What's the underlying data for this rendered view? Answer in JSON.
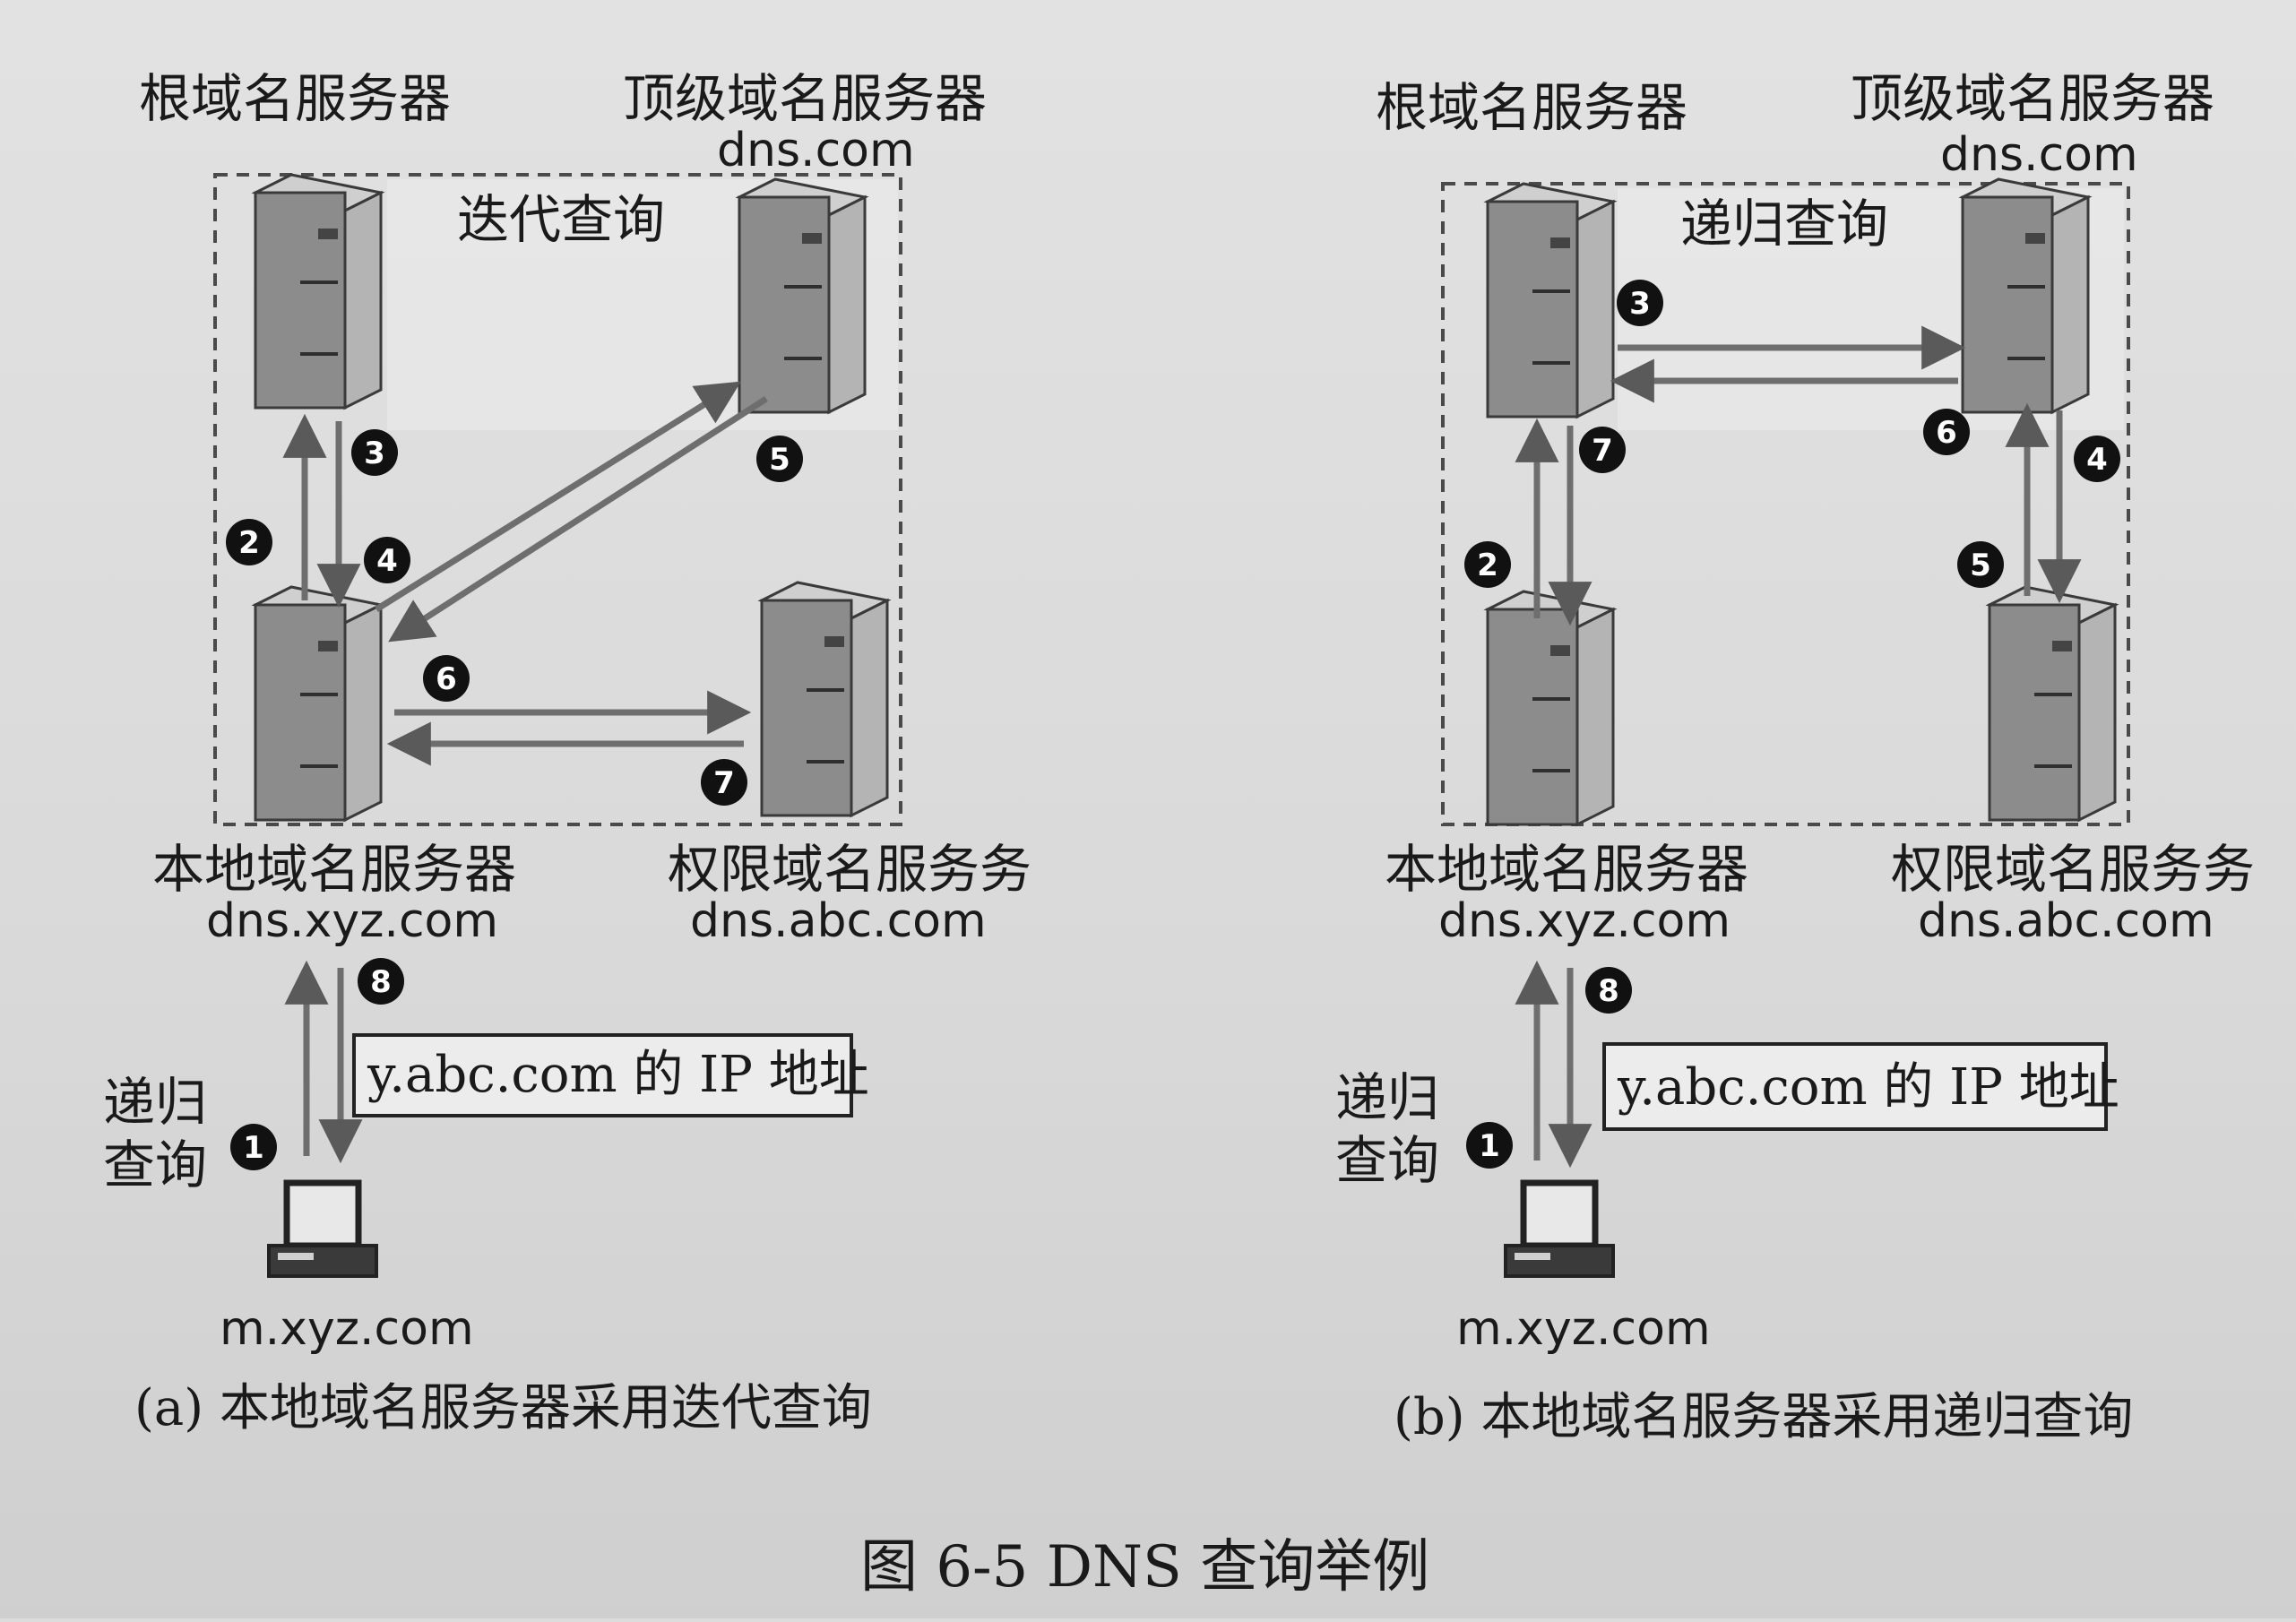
{
  "figure_caption": "图 6-5   DNS 查询举例",
  "panel_a": {
    "root_label": "根域名服务器",
    "tld_label": "顶级域名服务器",
    "tld_domain": "dns.com",
    "box_label": "迭代查询",
    "local_label": "本地域名服务器",
    "local_domain": "dns.xyz.com",
    "auth_label": "权限域名服务务",
    "auth_domain": "dns.abc.com",
    "answer_box": "y.abc.com 的 IP 地址",
    "client_query_label_1": "递归",
    "client_query_label_2": "查询",
    "client_domain": "m.xyz.com",
    "subcaption": "(a) 本地域名服务器采用迭代查询",
    "steps": [
      "1",
      "2",
      "3",
      "4",
      "5",
      "6",
      "7",
      "8"
    ]
  },
  "panel_b": {
    "root_label": "根域名服务器",
    "tld_label": "顶级域名服务器",
    "tld_domain": "dns.com",
    "box_label": "递归查询",
    "local_label": "本地域名服务器",
    "local_domain": "dns.xyz.com",
    "auth_label": "权限域名服务务",
    "auth_domain": "dns.abc.com",
    "answer_box": "y.abc.com 的 IP 地址",
    "client_query_label_1": "递归",
    "client_query_label_2": "查询",
    "client_domain": "m.xyz.com",
    "subcaption": "(b) 本地域名服务器采用递归查询",
    "steps": [
      "1",
      "2",
      "3",
      "4",
      "5",
      "6",
      "7",
      "8"
    ]
  },
  "colors": {
    "server_face": "#8f8f8f",
    "server_side": "#b9b9b9",
    "arrow": "#6e6e6e",
    "dashed_box": "#4a4a4a",
    "step_badge": "#111111"
  },
  "icons": [
    "server-icon",
    "computer-icon"
  ]
}
